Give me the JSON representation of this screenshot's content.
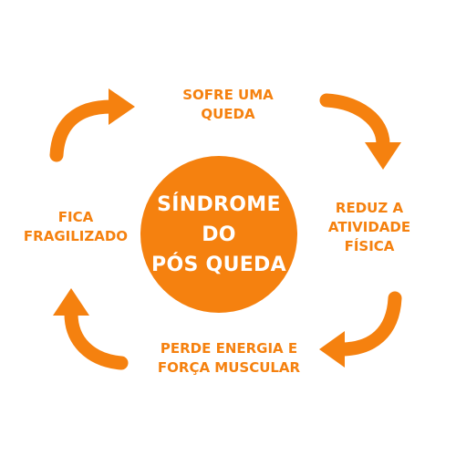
{
  "center": {
    "lines": [
      "SÍNDROME",
      "DO",
      "PÓS QUEDA"
    ]
  },
  "steps": [
    {
      "lines": [
        "SOFRE UMA",
        "QUEDA"
      ]
    },
    {
      "lines": [
        "REDUZ A",
        "ATIVIDADE",
        "FÍSICA"
      ]
    },
    {
      "lines": [
        "PERDE ENERGIA E",
        "FORÇA MUSCULAR"
      ]
    },
    {
      "lines": [
        "FICA",
        "FRAGILIZADO"
      ]
    }
  ],
  "colors": {
    "accent": "#f5810f",
    "center_text": "#ffffff",
    "background": "#ffffff"
  }
}
